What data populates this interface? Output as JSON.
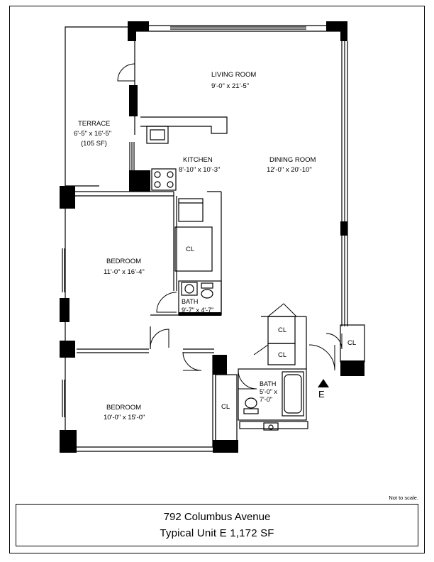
{
  "rooms": {
    "living": {
      "name": "LIVING ROOM",
      "dims": "9'-0\" x 21'-5\""
    },
    "terrace": {
      "name": "TERRACE",
      "dims": "6'-5\" x 16'-5\"",
      "area": "(105 SF)"
    },
    "kitchen": {
      "name": "KITCHEN",
      "dims": "8'-10\" x 10'-3\""
    },
    "dining": {
      "name": "DINING ROOM",
      "dims": "12'-0\" x 20'-10\""
    },
    "bedroom1": {
      "name": "BEDROOM",
      "dims": "11'-0\" x 16'-4\""
    },
    "bath1": {
      "name": "BATH",
      "dims": "9'-7\" x 4'-7\""
    },
    "bedroom2": {
      "name": "BEDROOM",
      "dims": "10'-0\" x 15'-0\""
    },
    "bath2": {
      "name": "BATH",
      "dims_line1": "5'-0\" x",
      "dims_line2": "7'-0\""
    }
  },
  "closets": {
    "label": "CL"
  },
  "entry": {
    "marker": "E"
  },
  "note": "Not to scale.",
  "title": {
    "address": "792 Columbus Avenue",
    "unit": "Typical Unit E 1,172 SF"
  }
}
